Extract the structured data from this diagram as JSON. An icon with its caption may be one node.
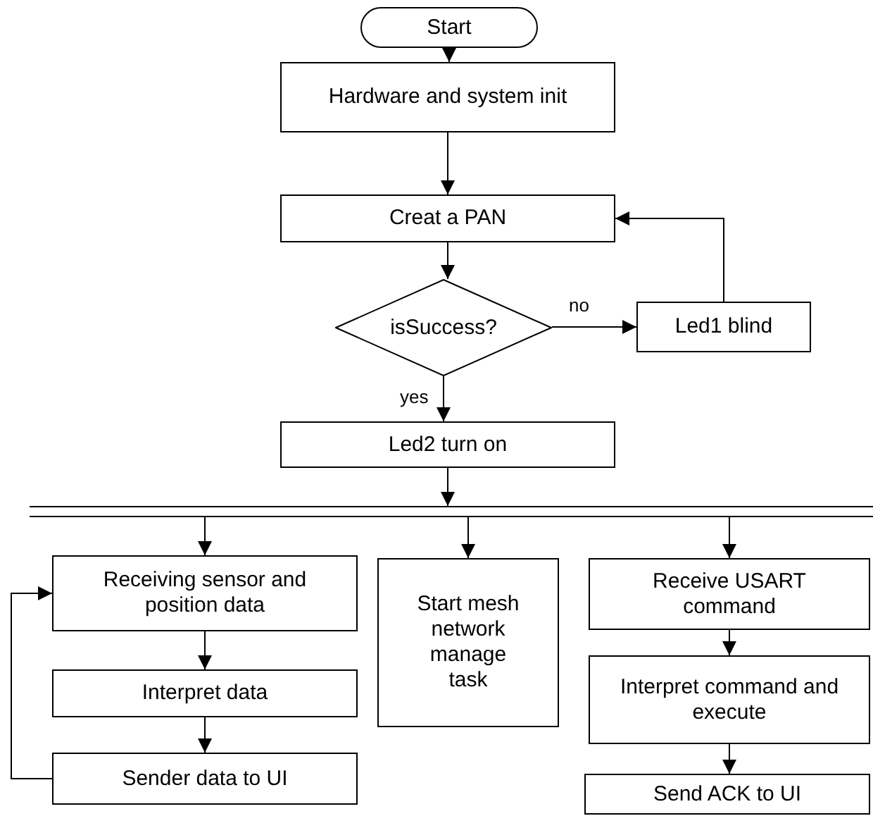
{
  "diagram": {
    "nodes": [
      {
        "text": [
          "Start"
        ]
      },
      {
        "text": [
          "Hardware and system init"
        ]
      },
      {
        "text": [
          "Creat a PAN"
        ]
      },
      {
        "text": [
          "isSuccess?"
        ]
      },
      {
        "text": [
          "Led1 blind"
        ]
      },
      {
        "text": [
          "Led2 turn on"
        ]
      },
      {
        "text": [],
        "shape": "bar"
      },
      {
        "text": [
          "Receiving sensor and position data"
        ]
      },
      {
        "text": [
          "Start  mesh network manage task"
        ]
      },
      {
        "text": [
          "Receive USART command"
        ]
      },
      {
        "text": [
          "Interpret data"
        ]
      },
      {
        "text": [
          "Interpret command and execute"
        ]
      },
      {
        "text": [
          "Sender data to UI"
        ]
      },
      {
        "text": [
          "Send ACK to UI"
        ]
      }
    ],
    "edges": [
      {
        "from": 0,
        "to": 1,
        "arrow": "to"
      },
      {
        "from": 1,
        "to": 2,
        "arrow": "to"
      },
      {
        "from": 2,
        "to": 3,
        "arrow": "to"
      },
      {
        "from": 3,
        "to": 4,
        "arrow": "to",
        "label": "no"
      },
      {
        "from": 4,
        "to": 2,
        "arrow": "to"
      },
      {
        "from": 3,
        "to": 5,
        "arrow": "to",
        "label": "yes"
      },
      {
        "from": 5,
        "to": 6,
        "arrow": "to"
      },
      {
        "from": 6,
        "to": 7,
        "arrow": "to"
      },
      {
        "from": 6,
        "to": 8,
        "arrow": "to"
      },
      {
        "from": 6,
        "to": 9,
        "arrow": "to"
      },
      {
        "from": 7,
        "to": 10,
        "arrow": "to"
      },
      {
        "from": 10,
        "to": 12,
        "arrow": "to"
      },
      {
        "from": 12,
        "to": 7,
        "arrow": "to"
      },
      {
        "from": 9,
        "to": 11,
        "arrow": "to"
      },
      {
        "from": 11,
        "to": 13,
        "arrow": "to"
      }
    ]
  }
}
